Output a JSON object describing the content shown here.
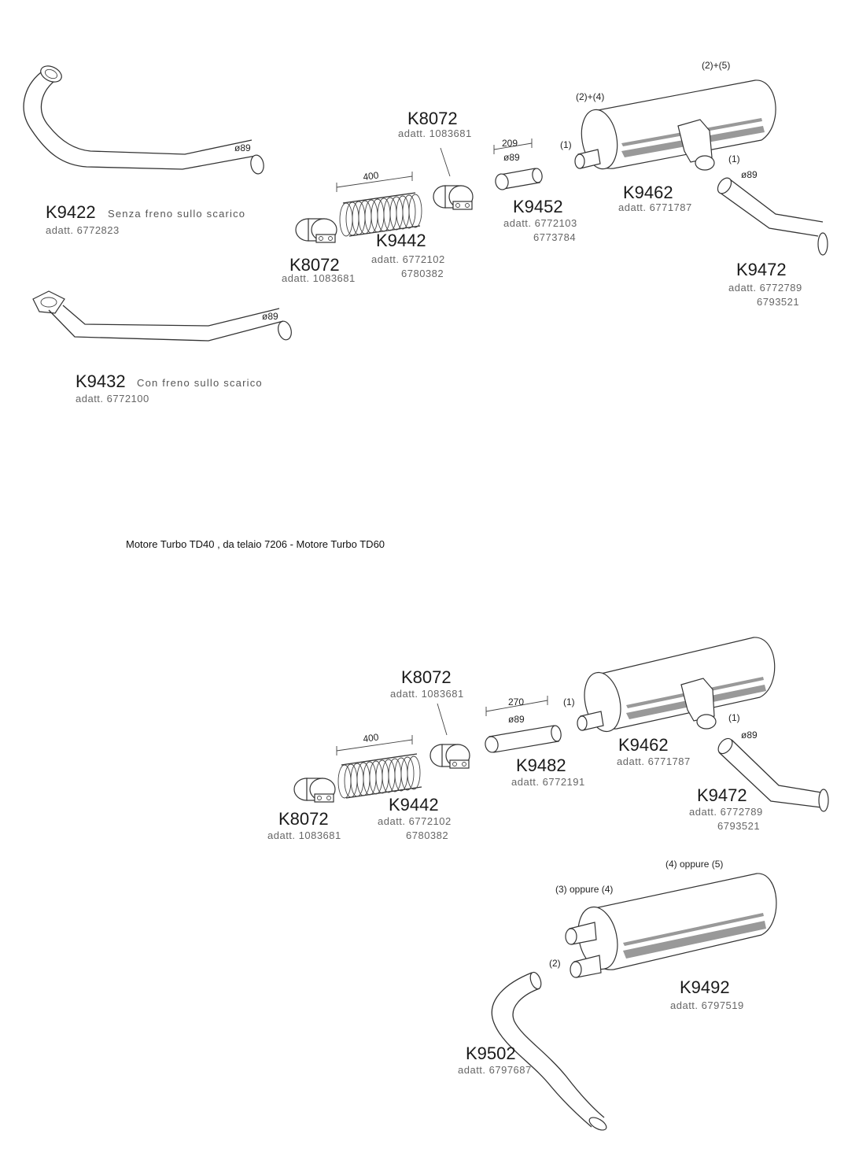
{
  "section_title": "Motore Turbo TD40 , da telaio 7206  -  Motore Turbo TD60",
  "top": {
    "k9422": {
      "code": "K9422",
      "note": "Senza freno sullo scarico",
      "adatt": "adatt. 6772823",
      "dia": "ø89"
    },
    "k9432": {
      "code": "K9432",
      "note": "Con freno sullo scarico",
      "adatt": "adatt. 6772100",
      "dia": "ø89"
    },
    "k8072_upper": {
      "code": "K8072",
      "adatt": "adatt. 1083681"
    },
    "k8072_lower": {
      "code": "K8072",
      "adatt": "adatt. 1083681"
    },
    "k9442": {
      "code": "K9442",
      "adatt1": "adatt. 6772102",
      "adatt2": "6780382",
      "length": "400"
    },
    "k9452": {
      "code": "K9452",
      "adatt1": "adatt. 6772103",
      "adatt2": "6773784",
      "length": "209",
      "dia": "ø89"
    },
    "k9462": {
      "code": "K9462",
      "adatt": "adatt. 6771787",
      "label_a": "(2)+(4)",
      "label_b": "(2)+(5)",
      "label_in": "(1)",
      "label_out": "(1)"
    },
    "k9472": {
      "code": "K9472",
      "adatt1": "adatt. 6772789",
      "adatt2": "6793521",
      "dia": "ø89"
    }
  },
  "bottom": {
    "k8072_upper": {
      "code": "K8072",
      "adatt": "adatt. 1083681"
    },
    "k8072_lower": {
      "code": "K8072",
      "adatt": "adatt. 1083681"
    },
    "k9442": {
      "code": "K9442",
      "adatt1": "adatt. 6772102",
      "adatt2": "6780382",
      "length": "400"
    },
    "k9482": {
      "code": "K9482",
      "adatt": "adatt. 6772191",
      "length": "270",
      "dia": "ø89"
    },
    "k9462": {
      "code": "K9462",
      "adatt": "adatt. 6771787",
      "label_in": "(1)",
      "label_out": "(1)"
    },
    "k9472": {
      "code": "K9472",
      "adatt1": "adatt. 6772789",
      "adatt2": "6793521",
      "dia": "ø89"
    },
    "k9492": {
      "code": "K9492",
      "adatt": "adatt. 6797519",
      "label_a": "(3) oppure (4)",
      "label_b": "(4) oppure (5)"
    },
    "k9502": {
      "code": "K9502",
      "adatt": "adatt. 6797687",
      "label_in": "(2)"
    }
  }
}
